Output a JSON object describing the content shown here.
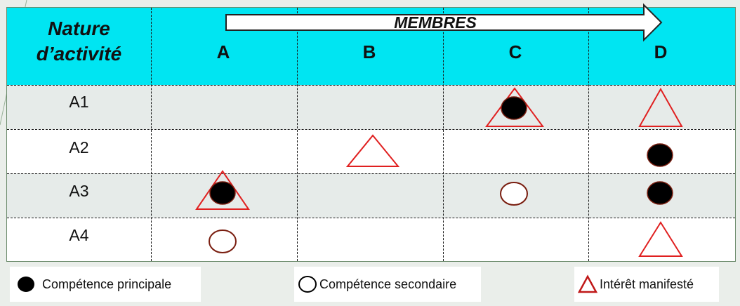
{
  "header": {
    "nature_line1": "Nature",
    "nature_line2": "d’activité",
    "members_banner": "MEMBRES",
    "members": [
      "A",
      "B",
      "C",
      "D"
    ]
  },
  "activities": [
    "A1",
    "A2",
    "A3",
    "A4"
  ],
  "colors": {
    "header_bg": "#00e5f2",
    "row_alt_bg": "#e6ebe9",
    "triangle_stroke": "#e02020",
    "circle_fill": "#000000",
    "circle_stroke": "#7a1e10"
  },
  "cells": [
    {
      "activity": "A1",
      "member": "C",
      "marks": [
        "triangle",
        "filled-circle"
      ]
    },
    {
      "activity": "A1",
      "member": "D",
      "marks": [
        "triangle"
      ]
    },
    {
      "activity": "A2",
      "member": "B",
      "marks": [
        "triangle"
      ]
    },
    {
      "activity": "A2",
      "member": "D",
      "marks": [
        "filled-circle"
      ]
    },
    {
      "activity": "A3",
      "member": "A",
      "marks": [
        "triangle",
        "filled-circle"
      ]
    },
    {
      "activity": "A3",
      "member": "C",
      "marks": [
        "open-circle"
      ]
    },
    {
      "activity": "A3",
      "member": "D",
      "marks": [
        "filled-circle"
      ]
    },
    {
      "activity": "A4",
      "member": "A",
      "marks": [
        "open-circle"
      ]
    },
    {
      "activity": "A4",
      "member": "D",
      "marks": [
        "triangle"
      ]
    }
  ],
  "legend": [
    {
      "icon": "filled-circle",
      "label": "Compétence principale"
    },
    {
      "icon": "open-circle",
      "label": "Compétence secondaire"
    },
    {
      "icon": "triangle",
      "label": "Intérêt manifesté"
    }
  ]
}
